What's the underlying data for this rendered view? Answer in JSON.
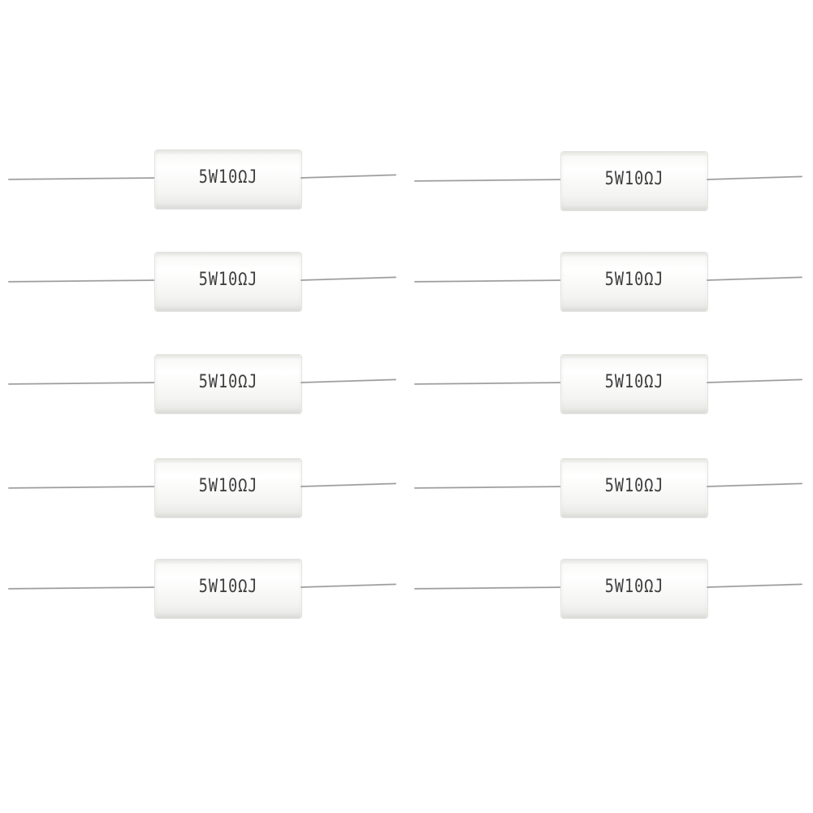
{
  "photo": {
    "subject": "wire-wound ceramic cement resistors",
    "resistors": [
      {
        "marking": "5W10ΩJ"
      },
      {
        "marking": "5W10ΩJ"
      },
      {
        "marking": "5W10ΩJ"
      },
      {
        "marking": "5W10ΩJ"
      },
      {
        "marking": "5W10ΩJ"
      },
      {
        "marking": "5W10ΩJ"
      },
      {
        "marking": "5W10ΩJ"
      },
      {
        "marking": "5W10ΩJ"
      },
      {
        "marking": "5W10ΩJ"
      },
      {
        "marking": "5W10ΩJ"
      }
    ],
    "colors": {
      "background": "#ffffff",
      "body": "#f6f6f4",
      "lead": "#a0a0a0",
      "marking": "#3f3f3f"
    }
  }
}
